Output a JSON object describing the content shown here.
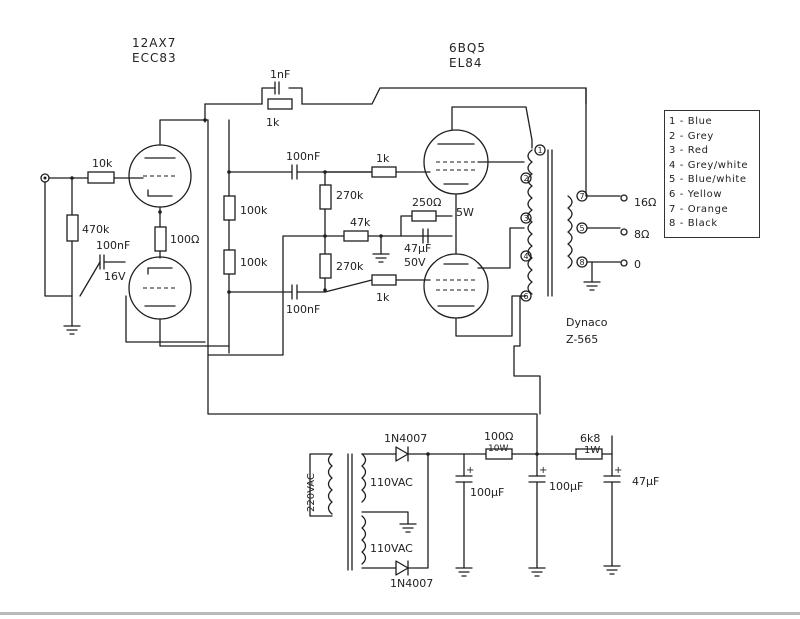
{
  "tubes": {
    "preamp_line1": "12AX7",
    "preamp_line2": "ECC83",
    "power_line1": "6BQ5",
    "power_line2": "EL84"
  },
  "labels": {
    "r_input_series": "10k",
    "r_input_grid": "470k",
    "c_cathode": "100nF",
    "c_cathode_voltage": "16V",
    "r_cathode": "100Ω",
    "c_feedback": "1nF",
    "r_feedback": "1k",
    "r_plate_top": "100k",
    "r_plate_bottom": "100k",
    "c_coupling_top": "100nF",
    "c_coupling_bottom": "100nF",
    "r_grid_top": "270k",
    "r_grid_bottom": "270k",
    "r_grid_stopper_top": "1k",
    "r_grid_stopper_bottom": "1k",
    "r_bias_feed": "47k",
    "r_output_cathode": "250Ω",
    "r_output_cathode_power": "5W",
    "c_output_cathode": "47µF",
    "c_output_cathode_voltage": "50V",
    "output_transformer_brand": "Dynaco",
    "output_transformer_model": "Z-565",
    "tap_16": "16Ω",
    "tap_8": "8Ω",
    "tap_0": "0",
    "mains_primary": "220VAC",
    "secondary_top": "110VAC",
    "secondary_bottom": "110VAC",
    "diode_top": "1N4007",
    "diode_bottom": "1N4007",
    "r_filter_1": "100Ω",
    "r_filter_1_power": "10W",
    "r_filter_2": "6k8",
    "r_filter_2_power": "1W",
    "c_filter_1": "100µF",
    "c_filter_2": "100µF",
    "c_filter_3": "47µF"
  },
  "pins": [
    "1",
    "2",
    "3",
    "4",
    "5",
    "6",
    "7",
    "8"
  ],
  "legend": [
    "1 - Blue",
    "2 - Grey",
    "3 - Red",
    "4 - Grey/white",
    "5 - Blue/white",
    "6 - Yellow",
    "7 - Orange",
    "8 - Black"
  ]
}
